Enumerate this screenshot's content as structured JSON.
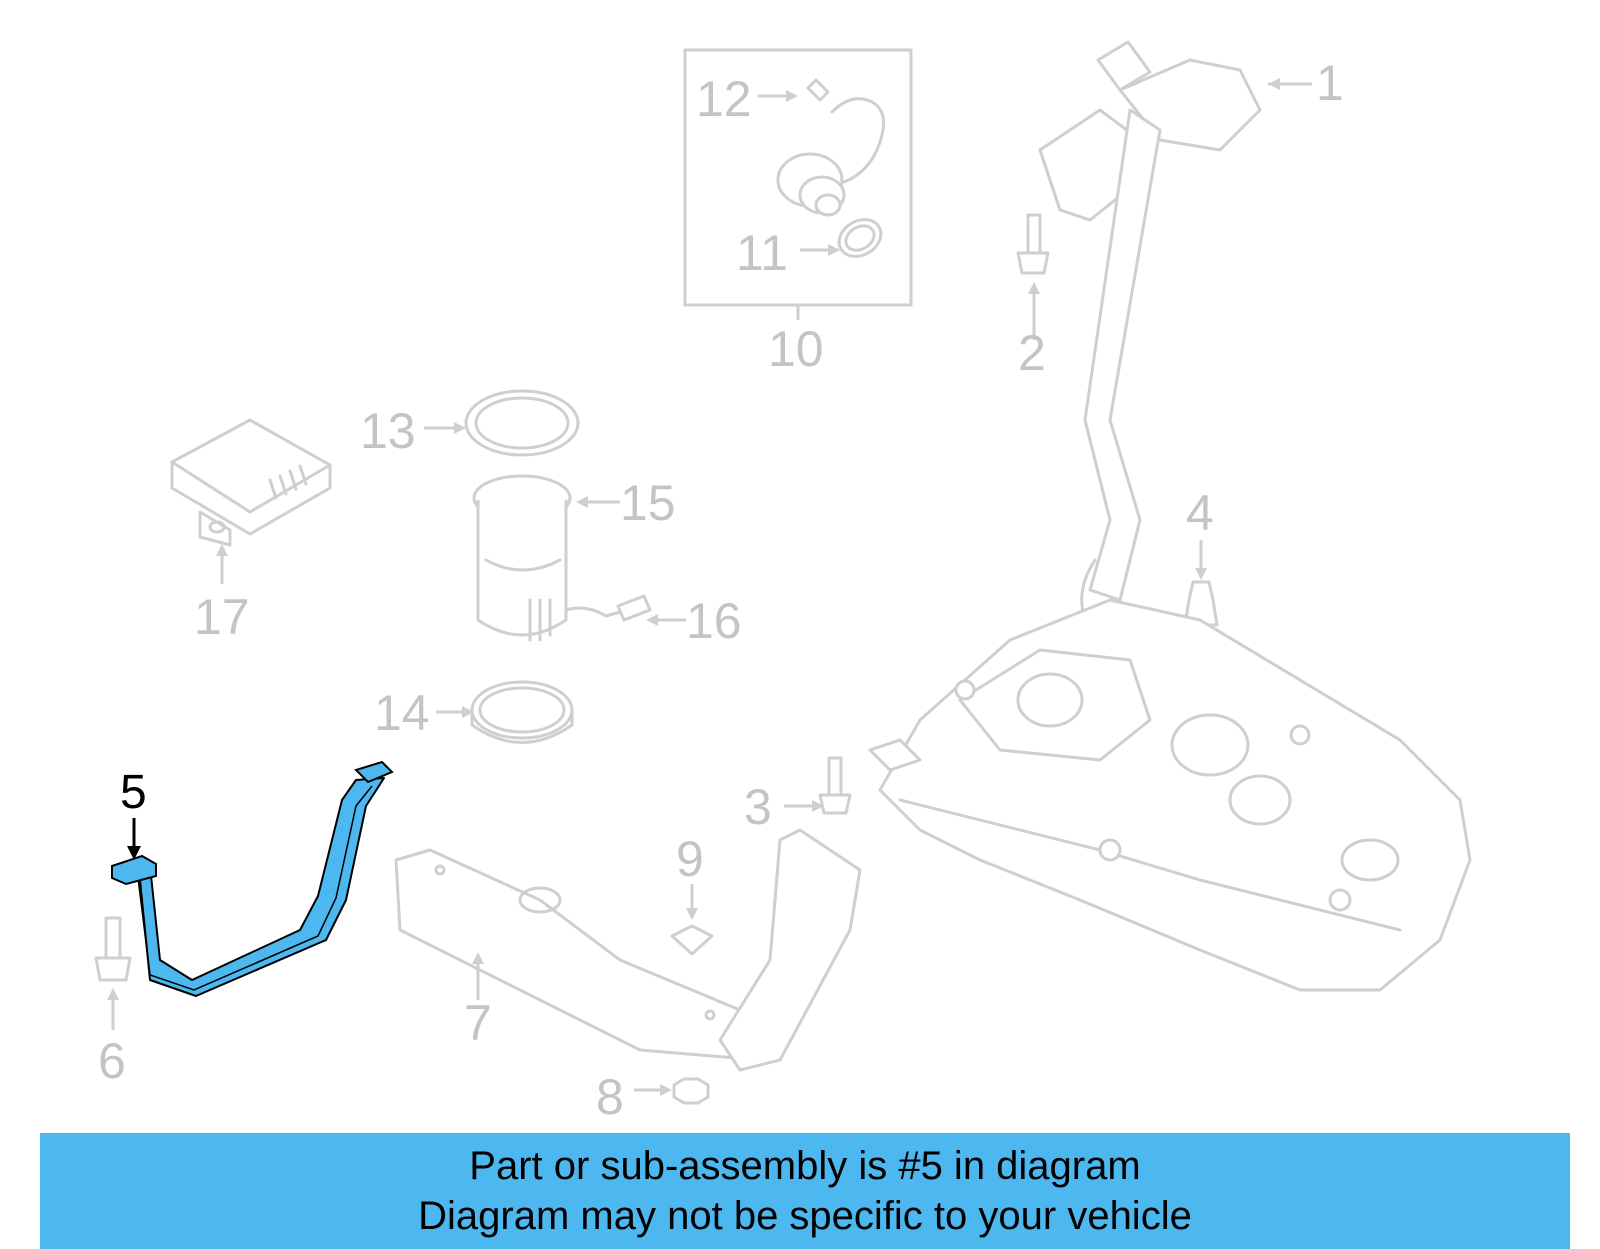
{
  "callouts": {
    "c1": "1",
    "c2": "2",
    "c3": "3",
    "c4": "4",
    "c5": "5",
    "c6": "6",
    "c7": "7",
    "c8": "8",
    "c9": "9",
    "c10": "10",
    "c11": "11",
    "c12": "12",
    "c13": "13",
    "c14": "14",
    "c15": "15",
    "c16": "16",
    "c17": "17"
  },
  "highlighted_part": "5",
  "colors": {
    "highlight": "#4db8f0",
    "outline": "#cfcfcf",
    "banner": "#4db8f0"
  },
  "banner": {
    "line1": "Part or sub-assembly is #5 in diagram",
    "line2": "Diagram may not be specific to your vehicle"
  }
}
